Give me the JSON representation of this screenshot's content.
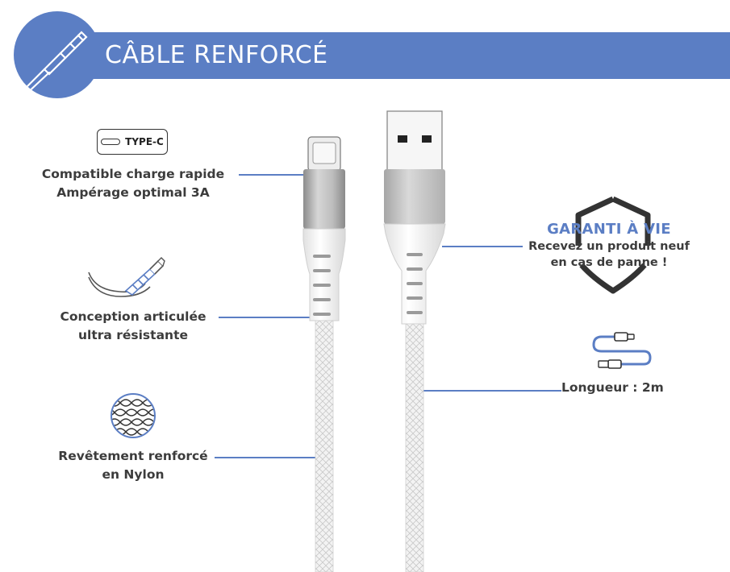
{
  "header": {
    "title": "CÂBLE RENFORCÉ"
  },
  "badge": {
    "label": "TYPE-C"
  },
  "features": {
    "charge": {
      "line1": "Compatible charge rapide",
      "line2": "Ampérage optimal 3A"
    },
    "articulated": {
      "line1": "Conception articulée",
      "line2": "ultra résistante"
    },
    "nylon": {
      "line1": "Revêtement renforcé",
      "line2": "en Nylon"
    },
    "guarantee": {
      "title": "GARANTI À VIE",
      "line1": "Recevez un produit neuf",
      "line2": "en cas de panne !"
    },
    "length": {
      "label": "Longueur : 2m"
    }
  },
  "colors": {
    "accent": "#5b7ec4",
    "text": "#3c3c3c",
    "connector_metal": "#b9b9b9",
    "cable": "#f2f2f2"
  },
  "icons": {
    "header": "cable-icon",
    "badge": "usb-c-port-icon",
    "articulated": "bent-cable-icon",
    "nylon": "nylon-mesh-icon",
    "guarantee": "shield-icon",
    "length": "coiled-cable-icon"
  }
}
